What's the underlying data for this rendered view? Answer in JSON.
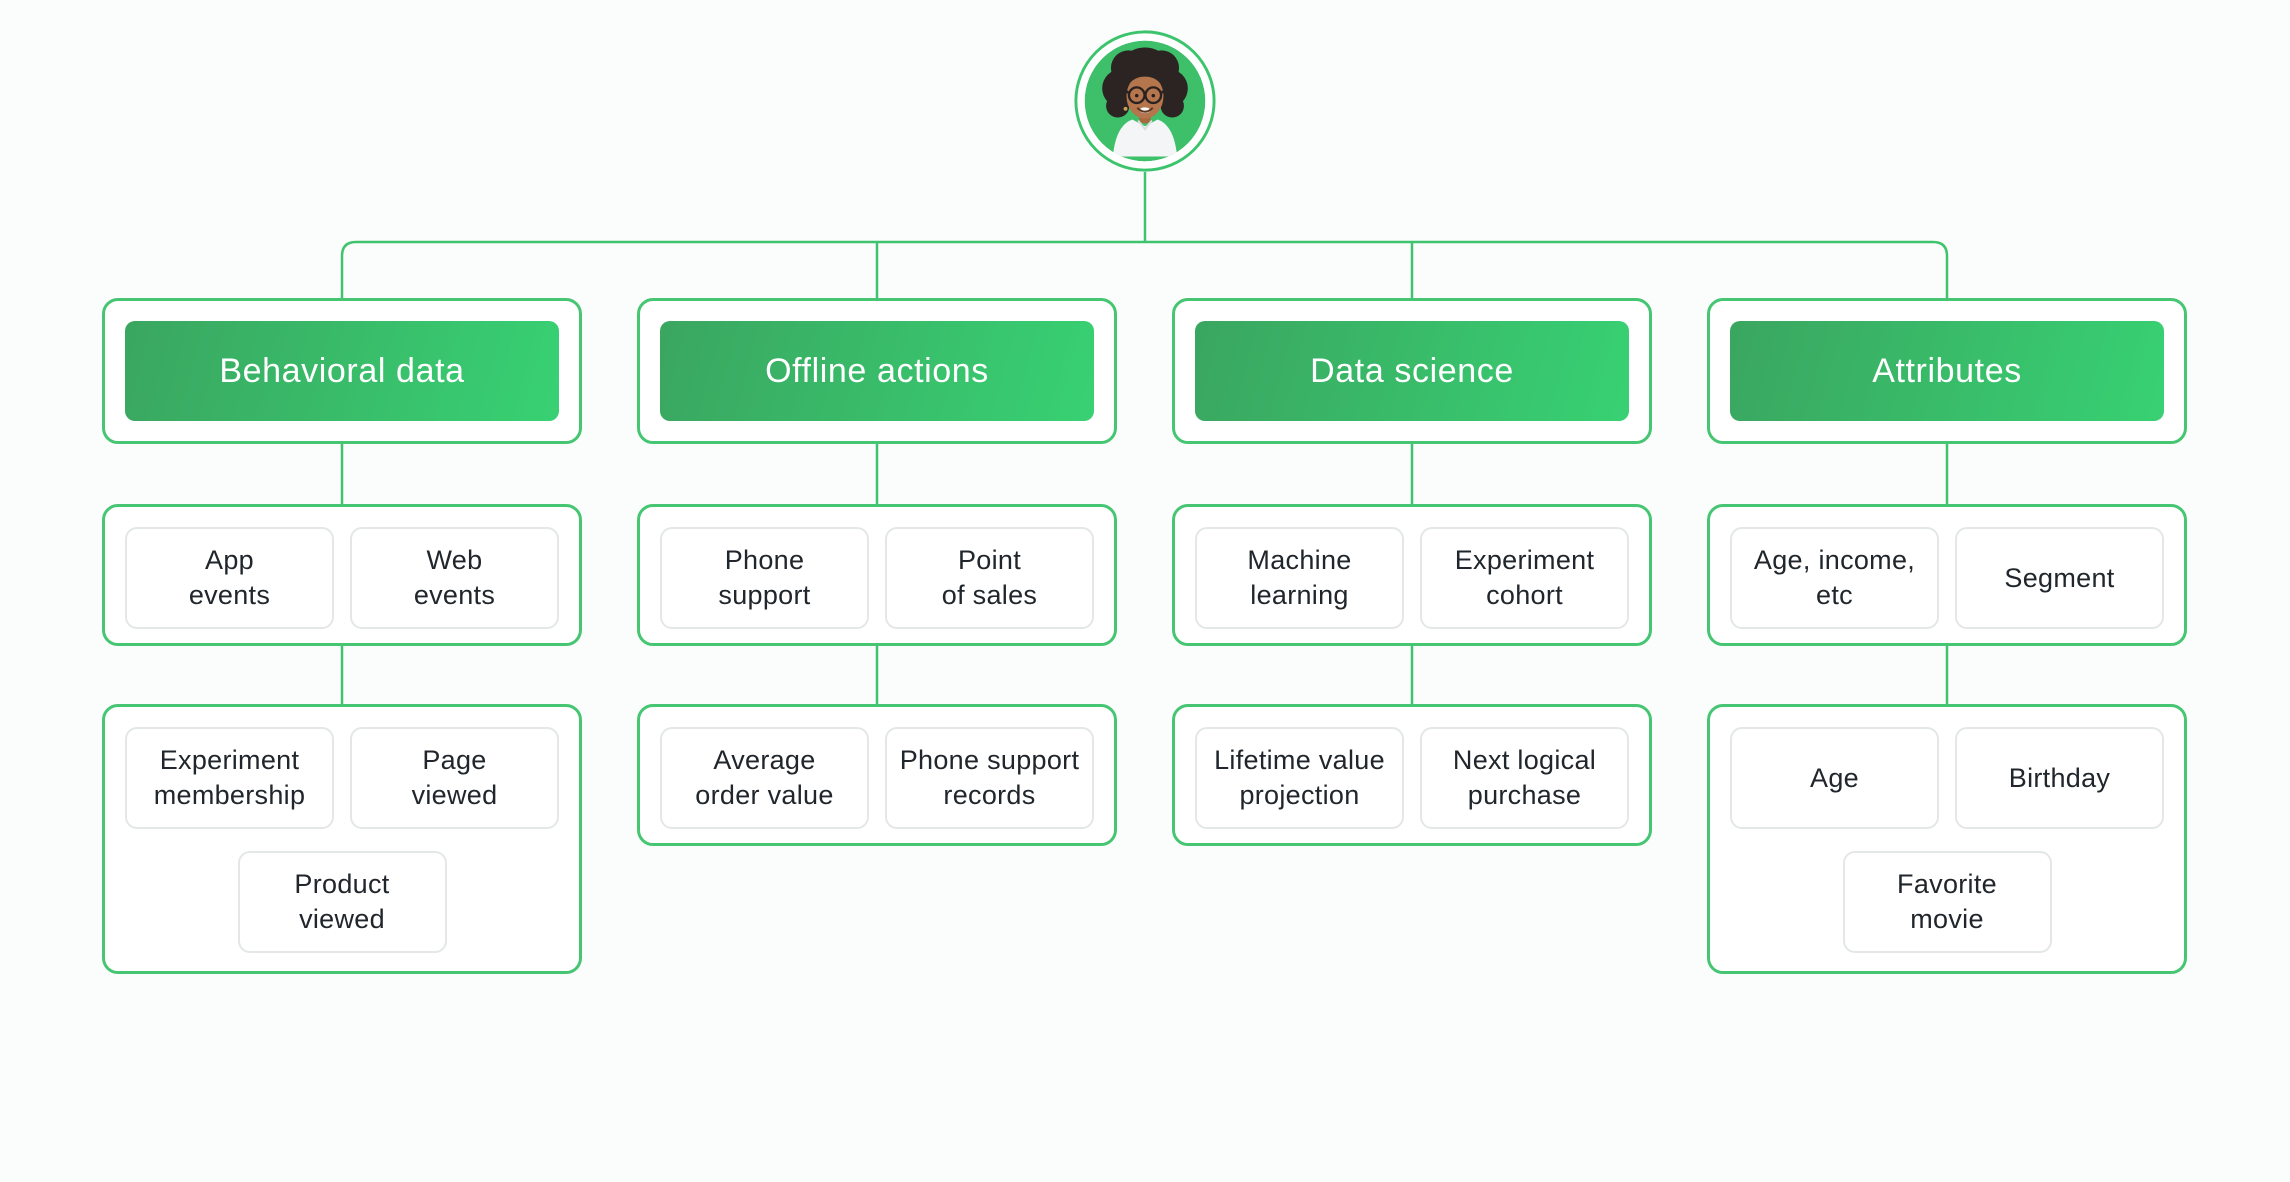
{
  "palette": {
    "line-green": "#3fc46d",
    "group-border": "#46c672",
    "grad-start": "#3aa660",
    "grad-end": "#38d173",
    "box-border": "#e4e7e8",
    "text-dark": "#20262b",
    "header-text": "#ffffff",
    "avatar-green": "#3ec06b",
    "page-bg": "#fbfcfc"
  },
  "icons": {
    "avatar": "woman-portrait-photo"
  },
  "columns": [
    {
      "header": "Behavioral data",
      "row2": [
        "App\nevents",
        "Web\nevents"
      ],
      "row3": [
        "Experiment\nmembership",
        "Page\nviewed",
        "Product\nviewed"
      ]
    },
    {
      "header": "Offline actions",
      "row2": [
        "Phone\nsupport",
        "Point\nof sales"
      ],
      "row3": [
        "Average\norder value",
        "Phone support\nrecords"
      ]
    },
    {
      "header": "Data science",
      "row2": [
        "Machine\nlearning",
        "Experiment\ncohort"
      ],
      "row3": [
        "Lifetime value\nprojection",
        "Next logical\npurchase"
      ]
    },
    {
      "header": "Attributes",
      "row2": [
        "Age, income,\netc",
        "Segment"
      ],
      "row3": [
        "Age",
        "Birthday",
        "Favorite\nmovie"
      ]
    }
  ]
}
